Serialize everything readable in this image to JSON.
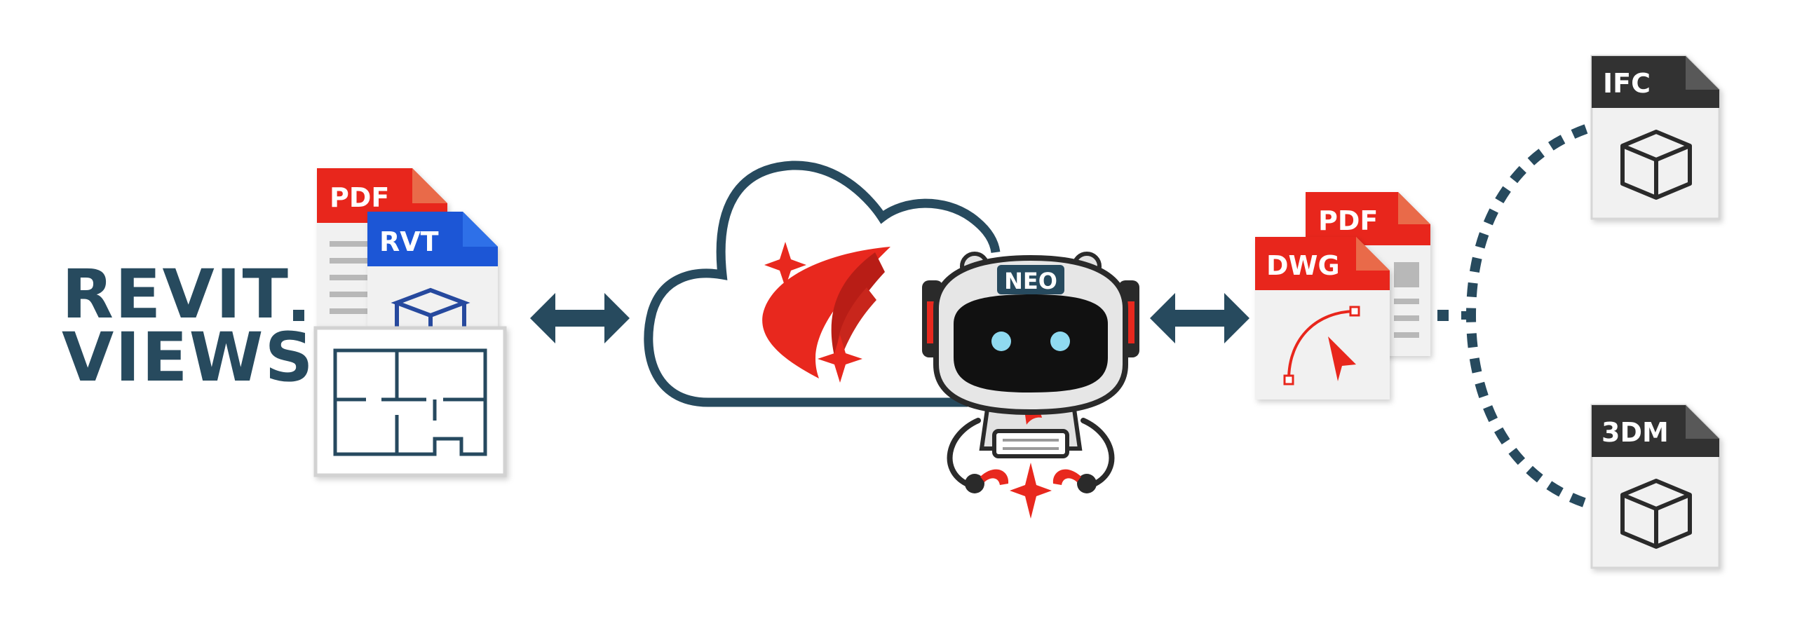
{
  "heading": {
    "line1": "REVIT",
    "line2": "VIEWS"
  },
  "inputs": {
    "pdf": "PDF",
    "rvt": "RVT"
  },
  "robot": {
    "badge": "NEO"
  },
  "outputs": {
    "pdf": "PDF",
    "dwg": "DWG"
  },
  "formats": {
    "ifc": "IFC",
    "3dm": "3DM"
  },
  "colors": {
    "navy": "#274a5e",
    "red": "#e8281e",
    "red_fold": "#e96a4a",
    "blue": "#1a56d6",
    "dark_tag": "#333333",
    "paper": "#f1f1f1"
  }
}
